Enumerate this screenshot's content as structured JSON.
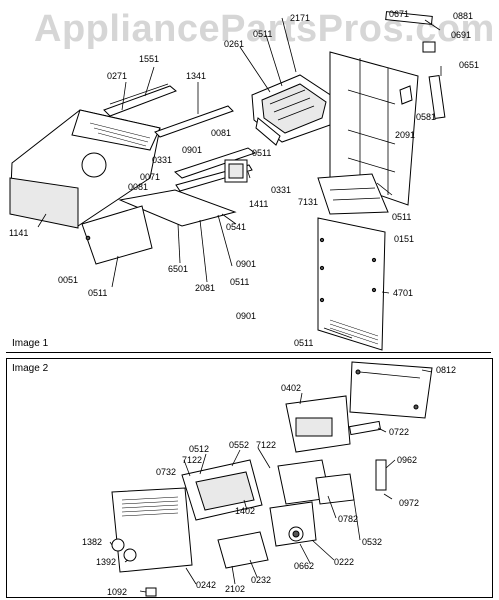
{
  "watermark": "AppliancePartsPros.com",
  "sections": [
    {
      "label": "Image 1"
    },
    {
      "label": "Image 2"
    }
  ],
  "image1_callouts": [
    "0671",
    "0881",
    "2171",
    "0261",
    "0511",
    "0691",
    "1551",
    "1341",
    "0271",
    "0651",
    "0581",
    "2091",
    "0081",
    "0901",
    "0331",
    "0071",
    "0081",
    "0331",
    "1411",
    "7131",
    "0511",
    "0511",
    "0151",
    "1141",
    "0541",
    "0901",
    "6501",
    "2081",
    "0511",
    "0051",
    "0511",
    "0901",
    "4701",
    "0511"
  ],
  "image2_callouts": [
    "0812",
    "0402",
    "0722",
    "0552",
    "0512",
    "7122",
    "7122",
    "0732",
    "0962",
    "0972",
    "1402",
    "0782",
    "0532",
    "0222",
    "0662",
    "0232",
    "2102",
    "0242",
    "1382",
    "1392",
    "1092"
  ],
  "colors": {
    "line": "#000000",
    "watermark": "#d6d6d6",
    "fill_light": "#e9e9e9",
    "fill_dark": "#555555"
  }
}
